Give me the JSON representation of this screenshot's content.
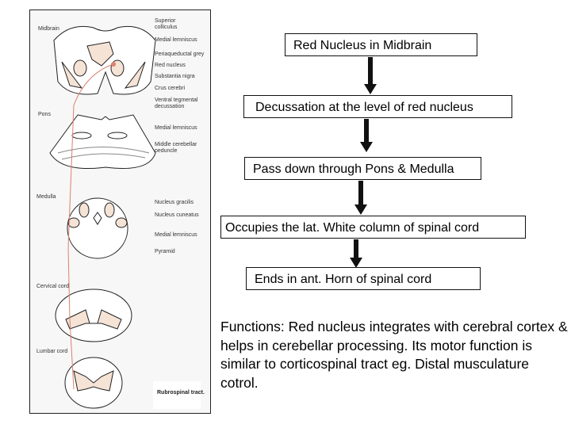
{
  "figure": {
    "sections": {
      "midbrain": "Midbrain",
      "pons": "Pons",
      "medulla": "Medulla",
      "cervical": "Cervical cord",
      "lumbar": "Lumbar cord"
    },
    "labels": [
      "Superior colliculus",
      "Medial lemniscus",
      "Periaqueductal grey",
      "Red nucleus",
      "Substantia nigra",
      "Crus cerebri",
      "Ventral tegmental decussation",
      "Medial lemniscus",
      "Middle cerebellar peduncle",
      "Nucleus gracilis",
      "Nucleus cuneatus",
      "Medial lemniscus",
      "Pyramid"
    ],
    "caption": "Rubrospinal tract.",
    "tract_color": "#d9826f",
    "fill_color": "#f5e3d6"
  },
  "flow": {
    "steps": [
      "Red Nucleus in Midbrain",
      "Decussation at the level of red nucleus",
      "Pass down through Pons & Medulla",
      "Occupies the lat. White column of spinal cord",
      "Ends in ant. Horn of spinal cord"
    ]
  },
  "functions": "Functions: Red nucleus integrates with cerebral cortex & helps in cerebellar processing. Its motor function is similar to corticospinal tract eg. Distal musculature cotrol."
}
